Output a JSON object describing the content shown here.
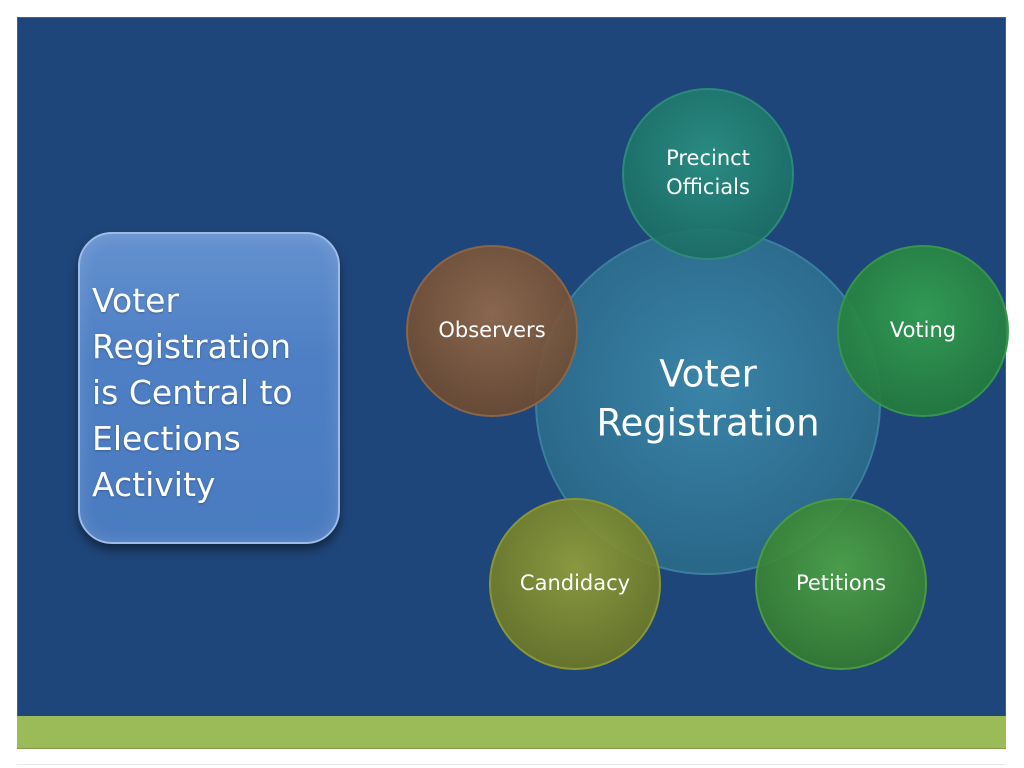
{
  "callout": {
    "lines": [
      "Voter",
      "Registration",
      "is Central to",
      "Elections",
      "Activity"
    ]
  },
  "diagram": {
    "center": {
      "lines": [
        "Voter",
        "Registration"
      ],
      "color": "#2e6e93"
    },
    "satellites": [
      {
        "id": "precinct-officials",
        "lines": [
          "Precinct",
          "Officials"
        ],
        "color": "#217d72"
      },
      {
        "id": "voting",
        "lines": [
          "Voting"
        ],
        "color": "#2a8c48"
      },
      {
        "id": "petitions",
        "lines": [
          "Petitions"
        ],
        "color": "#3f8f3c"
      },
      {
        "id": "candidacy",
        "lines": [
          "Candidacy"
        ],
        "color": "#7d8a2f"
      },
      {
        "id": "observers",
        "lines": [
          "Observers"
        ],
        "color": "#7f5a3c"
      }
    ]
  },
  "colors": {
    "slide_background": "#1f467a",
    "footer_bar": "#9bbb59"
  }
}
